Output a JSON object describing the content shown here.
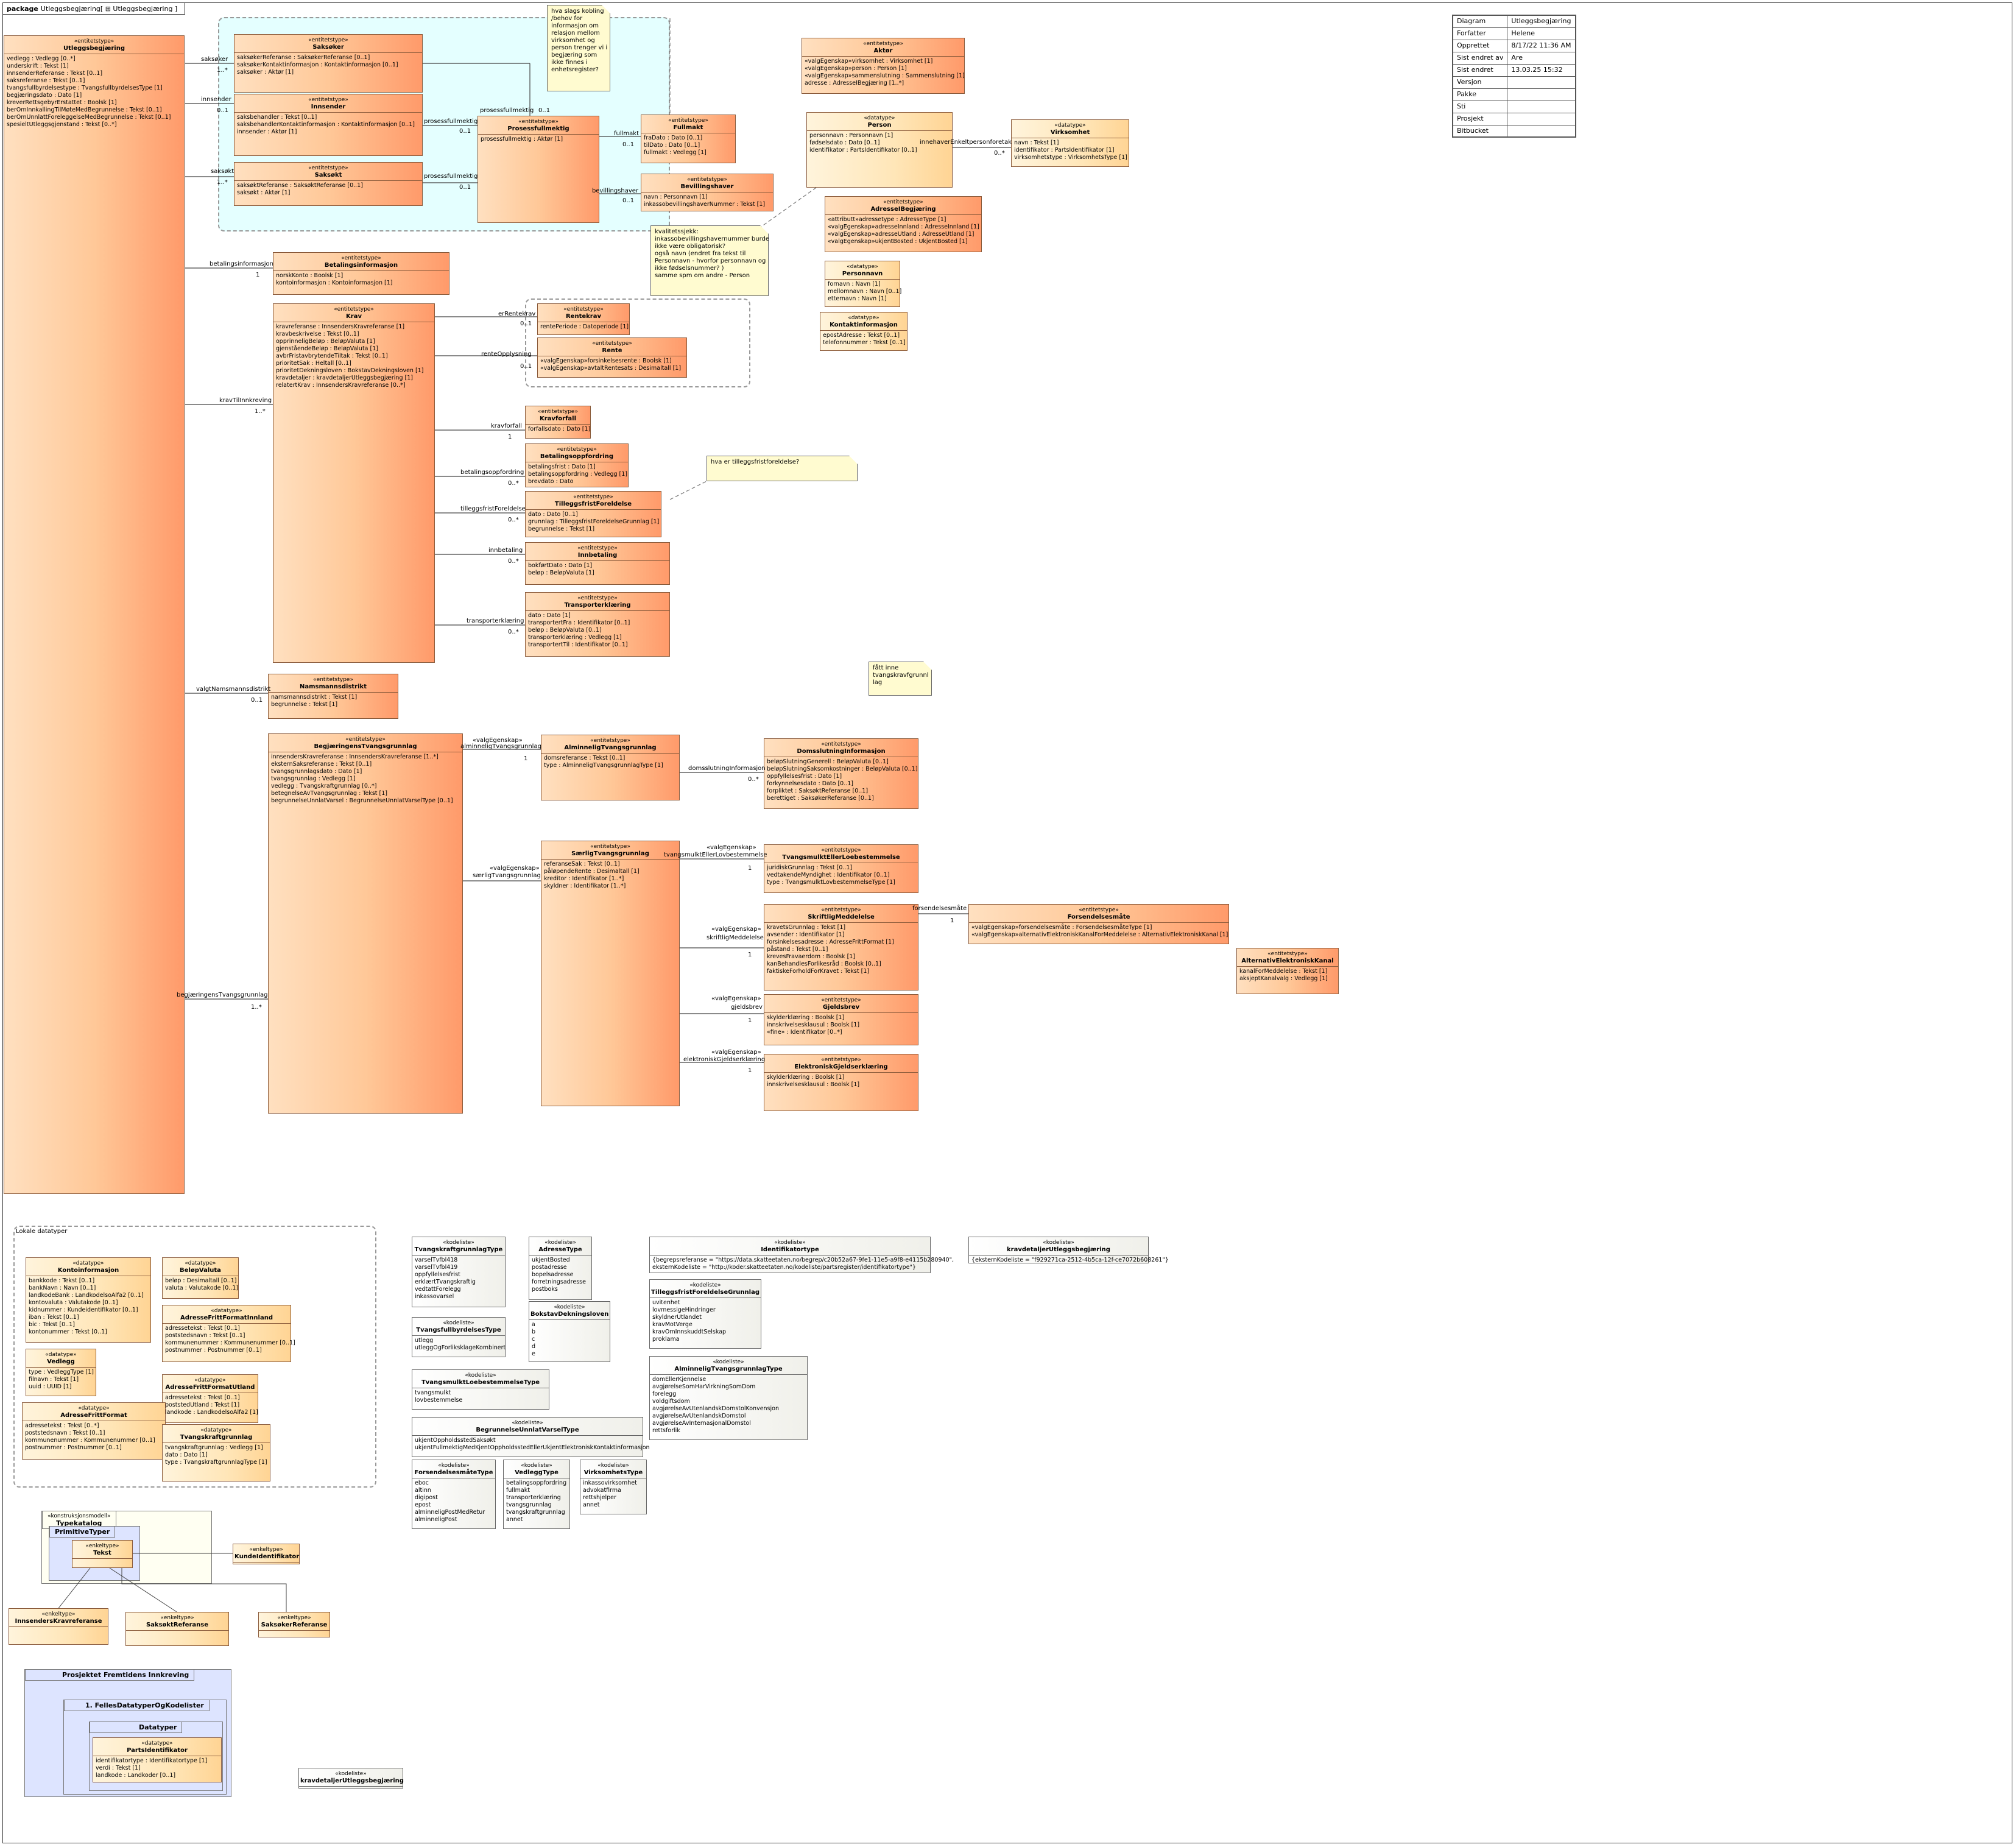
{
  "tab": {
    "kw": "package",
    "name": "Utleggsbegjæring[",
    "icon_name": "Utleggsbegjæring ]"
  },
  "legend": [
    {
      "k": "Diagram",
      "v": "Utleggsbegjæring"
    },
    {
      "k": "Forfatter",
      "v": "Helene"
    },
    {
      "k": "Opprettet",
      "v": "8/17/22 11:36 AM"
    },
    {
      "k": "Sist endret av",
      "v": "Are"
    },
    {
      "k": "Sist endret",
      "v": "13.03.25 15:32"
    },
    {
      "k": "Versjon",
      "v": ""
    },
    {
      "k": "Pakke",
      "v": ""
    },
    {
      "k": "Sti",
      "v": ""
    },
    {
      "k": "Prosjekt",
      "v": ""
    },
    {
      "k": "Bitbucket",
      "v": ""
    }
  ],
  "classes": {
    "utleggsbegjaering": {
      "st": "«entitetstype»",
      "nm": "Utleggsbegjæring",
      "attrs": [
        "vedlegg : Vedlegg [0..*]",
        "underskrift : Tekst [1]",
        "innsenderReferanse : Tekst [0..1]",
        "saksreferanse : Tekst [0..1]",
        "tvangsfullbyrdelsestype : TvangsfullbyrdelsesType [1]",
        "begjæringsdato : Dato [1]",
        "kreverRettsgebyrErstattet : Boolsk [1]",
        "berOmInnkallingTilMøteMedBegrunnelse : Tekst [0..1]",
        "berOmUnnlattForeleggelseMedBegrunnelse : Tekst [0..1]",
        "spesieltUtleggsgjenstand : Tekst [0..*]"
      ]
    },
    "saksoeker": {
      "st": "«entitetstype»",
      "nm": "Saksøker",
      "attrs": [
        "saksøkerReferanse : SaksøkerReferanse [0..1]",
        "saksøkerKontaktinformasjon : Kontaktinformasjon [0..1]",
        "saksøker : Aktør [1]"
      ]
    },
    "innsender": {
      "st": "«entitetstype»",
      "nm": "Innsender",
      "attrs": [
        "saksbehandler : Tekst [0..1]",
        "saksbehandlerKontaktinformasjon : Kontaktinformasjon [0..1]",
        "innsender : Aktør [1]"
      ]
    },
    "saksoekt": {
      "st": "«entitetstype»",
      "nm": "Saksøkt",
      "attrs": [
        "saksøktReferanse : SaksøktReferanse [0..1]",
        "saksøkt : Aktør [1]"
      ]
    },
    "prosessfullmektig": {
      "st": "«entitetstype»",
      "nm": "Prosessfullmektig",
      "attrs": [
        "prosessfullmektig : Aktør [1]"
      ]
    },
    "fullmakt": {
      "st": "«entitetstype»",
      "nm": "Fullmakt",
      "attrs": [
        "fraDato : Dato [0..1]",
        "tilDato : Dato [0..1]",
        "fullmakt : Vedlegg [1]"
      ]
    },
    "bevillingshaver": {
      "st": "«entitetstype»",
      "nm": "Bevillingshaver",
      "attrs": [
        "navn : Personnavn [1]",
        "inkassobevillingshaverNummer : Tekst [1]"
      ]
    },
    "aktoer": {
      "st": "«entitetstype»",
      "nm": "Aktør",
      "attrs": [
        "«valgEgenskap»virksomhet : Virksomhet [1]",
        "«valgEgenskap»person : Person [1]",
        "«valgEgenskap»sammenslutning : Sammenslutning [1]",
        "adresse : AdresseIBegjæring [1..*]"
      ]
    },
    "person": {
      "st": "«datatype»",
      "nm": "Person",
      "attrs": [
        "personnavn : Personnavn [1]",
        "fødselsdato : Dato [0..1]",
        "identifikator : PartsIdentifikator [0..1]"
      ]
    },
    "virksomhet": {
      "st": "«datatype»",
      "nm": "Virksomhet",
      "attrs": [
        "navn : Tekst [1]",
        "identifikator : PartsIdentifikator [1]",
        "virksomhetstype : VirksomhetsType [1]"
      ]
    },
    "adresseIBegjaering": {
      "st": "«entitetstype»",
      "nm": "AdresseIBegjæring",
      "attrs": [
        "«attributt»adressetype : AdresseType [1]",
        "«valgEgenskap»adresseInnland : AdresseInnland [1]",
        "«valgEgenskap»adresseUtland : AdresseUtland [1]",
        "«valgEgenskap»ukjentBosted : UkjentBosted [1]"
      ]
    },
    "personnavn": {
      "st": "«datatype»",
      "nm": "Personnavn",
      "attrs": [
        "fornavn : Navn [1]",
        "mellomnavn : Navn [0..1]",
        "etternavn : Navn [1]"
      ]
    },
    "kontaktinformasjon": {
      "st": "«datatype»",
      "nm": "Kontaktinformasjon",
      "attrs": [
        "epostAdresse : Tekst [0..1]",
        "telefonnummer : Tekst [0..1]"
      ]
    },
    "betalingsinformasjon": {
      "st": "«entitetstype»",
      "nm": "Betalingsinformasjon",
      "attrs": [
        "norskKonto : Boolsk [1]",
        "kontoinformasjon : Kontoinformasjon [1]"
      ]
    },
    "krav": {
      "st": "«entitetstype»",
      "nm": "Krav",
      "attrs": [
        "kravreferanse : InnsendersKravreferanse [1]",
        "kravbeskrivelse : Tekst [0..1]",
        "opprinneligBeløp : BeløpValuta [1]",
        "gjenståendeBeløp : BeløpValuta [1]",
        "avbrFristavbrytendeTiltak : Tekst [0..1]",
        "prioritetSak : Heltall [0..1]",
        "prioritetDekningsloven : BokstavDekningsloven [1]",
        "kravdetaljer : kravdetaljerUtleggsbegjæring [1]",
        "relatertKrav : InnsendersKravreferanse [0..*]"
      ]
    },
    "rentekrav": {
      "st": "«entitetstype»",
      "nm": "Rentekrav",
      "attrs": [
        "rentePeriode : Datoperiode [1]"
      ]
    },
    "rente": {
      "st": "«entitetstype»",
      "nm": "Rente",
      "attrs": [
        "«valgEgenskap»forsinkelsesrente : Boolsk [1]",
        "«valgEgenskap»avtaltRentesats : Desimaltall [1]"
      ]
    },
    "kravforfall": {
      "st": "«entitetstype»",
      "nm": "Kravforfall",
      "attrs": [
        "forfallsdato : Dato [1]"
      ]
    },
    "betalingsoppfordring": {
      "st": "«entitetstype»",
      "nm": "Betalingsoppfordring",
      "attrs": [
        "betalingsfrist : Dato [1]",
        "betalingsoppfordring : Vedlegg [1]",
        "brevdato : Dato"
      ]
    },
    "tilleggsfrist": {
      "st": "«entitetstype»",
      "nm": "TilleggsfristForeldelse",
      "attrs": [
        "dato : Dato [0..1]",
        "grunnlag : TilleggsfristForeldelseGrunnlag [1]",
        "begrunnelse : Tekst [1]"
      ]
    },
    "innbetaling": {
      "st": "«entitetstype»",
      "nm": "Innbetaling",
      "attrs": [
        "bokførtDato : Dato [1]",
        "beløp : BeløpValuta [1]"
      ]
    },
    "transporterklaering": {
      "st": "«entitetstype»",
      "nm": "Transporterklæring",
      "attrs": [
        "dato : Dato [1]",
        "transportertFra : Identifikator [0..1]",
        "beløp : BeløpValuta [0..1]",
        "transporterklæring : Vedlegg [1]",
        "transportertTil : Identifikator [0..1]"
      ]
    },
    "namsmannsdistrikt": {
      "st": "«entitetstype»",
      "nm": "Namsmannsdistrikt",
      "attrs": [
        "namsmannsdistrikt : Tekst [1]",
        "begrunnelse : Tekst [1]"
      ]
    },
    "begjaeringensTvangsgrunnlag": {
      "st": "«entitetstype»",
      "nm": "BegjæringensTvangsgrunnlag",
      "attrs": [
        "innsendersKravreferanse : InnsendersKravreferanse [1..*]",
        "eksternSaksreferanse : Tekst [0..1]",
        "tvangsgrunnlagsdato : Dato [1]",
        "tvangsgrunnlag : Vedlegg [1]",
        "vedlegg : Tvangskraftgrunnlag [0..*]",
        "betegnelseAvTvangsgrunnlag : Tekst [1]",
        "begrunnelseUnnlatVarsel : BegrunnelseUnnlatVarselType [0..1]"
      ]
    },
    "alminneligTvangsgrunnlag": {
      "st": "«entitetstype»",
      "nm": "AlminneligTvangsgrunnlag",
      "attrs": [
        "domsreferanse : Tekst [0..1]",
        "type : AlminneligTvangsgrunnlagType [1]"
      ]
    },
    "domsslutning": {
      "st": "«entitetstype»",
      "nm": "DomsslutningInformasjon",
      "attrs": [
        "beløpSlutningGenerell : BeløpValuta [0..1]",
        "beløpSlutningSaksomkostninger : BeløpValuta [0..1]",
        "oppfyllelsesfrist : Dato [1]",
        "forkynnelsesdato : Dato [0..1]",
        "forpliktet : SaksøktReferanse [0..1]",
        "berettiget : SaksøkerReferanse [0..1]"
      ]
    },
    "saerligTvangsgrunnlag": {
      "st": "«entitetstype»",
      "nm": "SærligTvangsgrunnlag",
      "attrs": [
        "referanseSak : Tekst [0..1]",
        "påløpendeRente : Desimaltall [1]",
        "kreditor : Identifikator [1..*]",
        "skyldner : Identifikator [1..*]"
      ]
    },
    "tvangsmulkt": {
      "st": "«entitetstype»",
      "nm": "TvangsmulktEllerLoebestemmelse",
      "attrs": [
        "juridiskGrunnlag : Tekst [0..1]",
        "vedtakendeMyndighet : Identifikator [0..1]",
        "type : TvangsmulktLovbestemmelseType [1]"
      ]
    },
    "skriftligMeddelelse": {
      "st": "«entitetstype»",
      "nm": "SkriftligMeddelelse",
      "attrs": [
        "kravetsGrunnlag : Tekst [1]",
        "avsender : Identifikator [1]",
        "forsinkelsesadresse : AdresseFrittFormat [1]",
        "påstand : Tekst [0..1]",
        "krevesFravaerdom : Boolsk [1]",
        "kanBehandlesForlikesråd : Boolsk [0..1]",
        "faktiskeForholdForKravet : Tekst [1]"
      ]
    },
    "forsendelsesmaate": {
      "st": "«entitetstype»",
      "nm": "Forsendelsesmåte",
      "attrs": [
        "«valgEgenskap»forsendelsesmåte : ForsendelsesmåteType [1]",
        "«valgEgenskap»alternativElektroniskKanalForMeddelelse : AlternativElektroniskKanal [1]"
      ]
    },
    "alternativElektroniskKanal": {
      "st": "«entitetstype»",
      "nm": "AlternativElektroniskKanal",
      "attrs": [
        "kanalForMeddelelse : Tekst [1]",
        "aksjeptKanalvalg : Vedlegg [1]"
      ]
    },
    "gjeldsbrev": {
      "st": "«entitetstype»",
      "nm": "Gjeldsbrev",
      "attrs": [
        "skylderklæring : Boolsk [1]",
        "innskrivelsesklausul : Boolsk [1]",
        "«fine» : Identifikator [0..*]"
      ]
    },
    "elektroniskGjeldserklaering": {
      "st": "«entitetstype»",
      "nm": "ElektroniskGjeldserklæring",
      "attrs": [
        "skylderklæring : Boolsk [1]",
        "innskrivelsesklausul : Boolsk [1]"
      ]
    },
    "kontoinformasjon": {
      "st": "«datatype»",
      "nm": "Kontoinformasjon",
      "attrs": [
        "bankkode : Tekst [0..1]",
        "bankNavn : Navn [0..1]",
        "landkodeBank : LandkodelsoAlfa2 [0..1]",
        "kontovaluta : Valutakode [0..1]",
        "kidnummer : KundeidentifIkator [0..1]",
        "iban : Tekst [0..1]",
        "bic : Tekst [0..1]",
        "kontonummer : Tekst [0..1]"
      ]
    },
    "beloepValuta": {
      "st": "«datatype»",
      "nm": "BeløpValuta",
      "attrs": [
        "beløp : Desimaltall [0..1]",
        "valuta : Valutakode [0..1]"
      ]
    },
    "adresseFrittFormatInnland": {
      "st": "«datatype»",
      "nm": "AdresseFrittFormatInnland",
      "attrs": [
        "adressetekst : Tekst [0..1]",
        "poststedsnavn : Tekst [0..1]",
        "kommunenummer : Kommunenummer [0..1]",
        "postnummer : Postnummer [0..1]"
      ]
    },
    "vedlegg": {
      "st": "«datatype»",
      "nm": "Vedlegg",
      "attrs": [
        "type : VedleggType [1]",
        "filnavn : Tekst [1]",
        "uuid : UUID [1]"
      ]
    },
    "adresseFrittFormatUtland": {
      "st": "«datatype»",
      "nm": "AdresseFrittFormatUtland",
      "attrs": [
        "adressetekst : Tekst [0..1]",
        "poststedUtland : Tekst [1]",
        "landkode : LandkodelsoAlfa2 [1]"
      ]
    },
    "adresseFrittFormat": {
      "st": "«datatype»",
      "nm": "AdresseFrittFormat",
      "attrs": [
        "adressetekst : Tekst [0..*]",
        "poststedsnavn : Tekst [0..1]",
        "kommunenummer : Kommunenummer [0..1]",
        "postnummer : Postnummer [0..1]"
      ]
    },
    "tvangskraftgrunnlag": {
      "st": "«datatype»",
      "nm": "Tvangskraftgrunnlag",
      "attrs": [
        "tvangskraftgrunnlag : Vedlegg [1]",
        "dato : Dato [1]",
        "type : TvangskraftgrunnlagType [1]"
      ]
    },
    "k_tvangskraftgrunnlagType": {
      "st": "«kodeliste»",
      "nm": "TvangskraftgrunnlagType",
      "attrs": [
        "varselTvfbl418",
        "varselTvfbl419",
        "oppfyllelsesfrist",
        "erklærtTvangskraftig",
        "vedtattForelegg",
        "inkassovarsel"
      ]
    },
    "k_adresseType": {
      "st": "«kodeliste»",
      "nm": "AdresseType",
      "attrs": [
        "ukjentBosted",
        "postadresse",
        "bopelsadresse",
        "forretningsadresse",
        "postboks"
      ]
    },
    "k_bokstavDekningsloven": {
      "st": "«kodeliste»",
      "nm": "BokstavDekningsloven",
      "attrs": [
        "a",
        "b",
        "c",
        "d",
        "e"
      ]
    },
    "k_tvangsfullbyrdelsesType": {
      "st": "«kodeliste»",
      "nm": "TvangsfullbyrdelsesType",
      "attrs": [
        "utlegg",
        "utleggOgForliksklageKombinert"
      ]
    },
    "k_tvangsmulktLoebestemmelseType": {
      "st": "«kodeliste»",
      "nm": "TvangsmulktLoebestemmelseType",
      "attrs": [
        "tvangsmulkt",
        "lovbestemmelse"
      ]
    },
    "k_begrunnelseUnnlatVarselType": {
      "st": "«kodeliste»",
      "nm": "BegrunnelseUnnlatVarselType",
      "attrs": [
        "ukjentOppholdsstedSaksøkt",
        "ukjentFullmektigMedKjentOppholdsstedEllerUkjentElektroniskKontaktinformasjon"
      ]
    },
    "k_forsendelsesmaateType": {
      "st": "«kodeliste»",
      "nm": "ForsendelsesmåteType",
      "attrs": [
        "eboc",
        "altinn",
        "digipost",
        "epost",
        "alminneligPostMedRetur",
        "alminneligPost"
      ]
    },
    "k_vedleggType": {
      "st": "«kodeliste»",
      "nm": "VedleggType",
      "attrs": [
        "betalingsoppfordring",
        "fullmakt",
        "transporterklæring",
        "tvangsgrunnlag",
        "tvangskraftgrunnlag",
        "annet"
      ]
    },
    "k_virksomhetsType": {
      "st": "«kodeliste»",
      "nm": "VirksomhetsType",
      "attrs": [
        "inkassovirksomhet",
        "advokatfirma",
        "rettshjelper",
        "annet"
      ]
    },
    "k_identifikatortype": {
      "st": "«kodeliste»",
      "nm": "Identifikatortype",
      "attrs": [
        "{begrepsreferanse = \"https://data.skatteetaten.no/begrep/c20b52a67-9fe1-11e5-a9f8-e4115b280940\",",
        "eksternKodeliste = \"http://koder.skatteetaten.no/kodeliste/partsregister/identifikatortype\"}"
      ]
    },
    "k_kravdetaljer": {
      "st": "«kodeliste»",
      "nm": "kravdetaljerUtleggsbegjæring",
      "attrs": [
        "{eksternKodeliste = \"f929271ca-2512-4b5ca-12f-ce7072b608261\"}"
      ]
    },
    "k_tilleggsfristGrunnlag": {
      "st": "«kodeliste»",
      "nm": "TilleggsfristForeldelseGrunnlag",
      "attrs": [
        "uvitenhet",
        "lovmessigeHindringer",
        "skyldnerUtlandet",
        "kravMotVerge",
        "kravOmInnskuddtSelskap",
        "proklama"
      ]
    },
    "k_alminneligTvangsgrunnlagType": {
      "st": "«kodeliste»",
      "nm": "AlminneligTvangsgrunnlagType",
      "attrs": [
        "domEllerKjennelse",
        "avgjørelseSomHarVirkningSomDom",
        "forelegg",
        "voldgiftsdom",
        "avgjørelseAvUtenlandskDomstolKonvensjon",
        "avgjørelseAvUtenlandskDomstol",
        "avgjørelseAvInternasjonalDomstol",
        "rettsforlik"
      ]
    },
    "k_kravdetaljer2": {
      "st": "«kodeliste»",
      "nm": "kravdetaljerUtleggsbegjæring",
      "attrs": []
    },
    "typekatalog": {
      "st": "«konstruksjonsmodell»",
      "nm": "Typekatalog",
      "attrs": []
    },
    "tekst": {
      "st": "«enkeltype»",
      "nm": "Tekst",
      "attrs": []
    },
    "kundeidentifikator": {
      "st": "«enkeltype»",
      "nm": "KundeIdentifikator",
      "attrs": []
    },
    "innsendersKravreferanse": {
      "st": "«enkeltype»",
      "nm": "InnsendersKravreferanse",
      "attrs": []
    },
    "saksoektReferanse": {
      "st": "«enkeltype»",
      "nm": "SaksøktReferanse",
      "attrs": []
    },
    "saksoekerReferanse": {
      "st": "«enkeltype»",
      "nm": "SaksøkerReferanse",
      "attrs": []
    },
    "partsidentifikator": {
      "st": "«datatype»",
      "nm": "PartsIdentifikator",
      "attrs": [
        "identifikatortype : Identifikatortype [1]",
        "verdi : Tekst [1]",
        "landkode : Landkoder [0..1]"
      ]
    }
  },
  "packages": {
    "primitive": "PrimitiveTyper",
    "prosjekt": "Prosjektet Fremtidens Innkreving",
    "felles": "1. FellesDatatyperOgKodelister",
    "datatyper": "Datatyper",
    "lokale": "Lokale datatyper"
  },
  "notes": {
    "n1": [
      "hva slags kobling",
      "/behov for",
      "informasjon om",
      "relasjon mellom",
      "virksomhet og",
      "person trenger vi i",
      "begjæring som",
      "ikke finnes i",
      "enhetsregister?"
    ],
    "n2": [
      "kvalitetssjekk:",
      "inkassobevillingshavernummer burde",
      "ikke være obligatorisk?",
      "",
      "også navn (endret fra tekst til",
      "Personnavn - hvorfor personnavn og",
      "ikke fødselsnummer? )",
      "samme spm om andre - Person"
    ],
    "n3": [
      "hva er tilleggsfristforeldelse?"
    ],
    "n4": [
      "fått inne",
      "tvangskravfgrunnl",
      "lag"
    ]
  },
  "assoc": {
    "saksoeker": "saksøker",
    "one_star_a": "1..*",
    "innsender": "innsender",
    "zero_one_a": "0..1",
    "saksoekt": "saksøkt",
    "one_star_b": "1..*",
    "pf1": "prosessfullmektig",
    "pf1m": "0..1",
    "pf2": "prosessfullmektig",
    "pf2m": "0..1",
    "pf3": "prosessfullmektig",
    "pf3m": "0..1",
    "fullmakt": "fullmakt",
    "fullmaktm": "0..1",
    "bevillingshaver": "bevillingshaver",
    "bevm": "0..1",
    "betalingsinformasjon": "betalingsinformasjon",
    "betm": "1",
    "kravTilInnkreving": "kravTilInnkreving",
    "kravm": "1..*",
    "erRentekrav": "erRentekrav",
    "erRm": "0..1",
    "renteOpplysning": "renteOpplysning",
    "renteOm": "0..1",
    "kravforfall": "kravforfall",
    "kravforfallm": "1",
    "betalingsoppfordring": "betalingsoppfordring",
    "betopm": "0..*",
    "tilleggsfrist": "tilleggsfristForeldelse",
    "tilleggsfristm": "0..*",
    "innbetaling": "innbetaling",
    "innbm": "0..*",
    "transporterklaering": "transporterklæring",
    "transm": "0..*",
    "valgtNamsmann": "valgtNamsmannsdistrikt",
    "valgtm": "0..1",
    "begTvang": "begjæringensTvangsgrunnlag",
    "begTvangm": "1..*",
    "alm_st": "«valgEgenskap»",
    "alm": "alminneligTvangsgrunnlag",
    "almm": "1",
    "saer_st": "«valgEgenskap»",
    "saer": "særligTvangsgrunnlag",
    "doms": "domsslutningInformasjon",
    "domsm": "0..*",
    "tvm_st": "«valgEgenskap»",
    "tvm": "tvangsmulktEllerLovbestemmelse",
    "tvmm": "1",
    "skr_st": "«valgEgenskap»",
    "skr": "skriftligMeddelelse",
    "skrm": "1",
    "fors": "forsendelsesmåte",
    "forsm": "1",
    "gj_st": "«valgEgenskap»",
    "gj": "gjeldsbrev",
    "gjm": "1",
    "el_st": "«valgEgenskap»",
    "el": "elektroniskGjeldserklæring",
    "elm": "1",
    "innehaver": "innehaverEnkeltpersonforetak",
    "innehaverm": "0..*"
  }
}
